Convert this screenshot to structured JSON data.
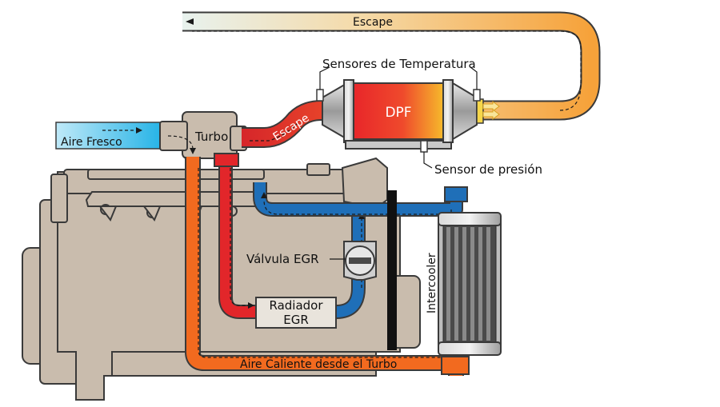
{
  "labels": {
    "escape_top": "Escape",
    "escape_pipe": "Escape",
    "sensores_temp": "Sensores de Temperatura",
    "dpf": "DPF",
    "turbo": "Turbo",
    "aire_fresco": "Aire Fresco",
    "sensor_presion": "Sensor de presión",
    "valvula_egr": "Válvula EGR",
    "radiador_line1": "Radiador",
    "radiador_line2": "EGR",
    "intercooler": "Intercooler",
    "aire_caliente": "Aire Caliente desde el Turbo"
  },
  "colors": {
    "engine": "#c9bcad",
    "engine_outline": "#3a3a3a",
    "hot_red": "#e23a22",
    "hot_orange": "#f26a1f",
    "cool_blue": "#1f6fb8",
    "fresh_air": "#5ec8ec",
    "dpf_red": "#e8262a",
    "dpf_yellow": "#f6b92b"
  }
}
